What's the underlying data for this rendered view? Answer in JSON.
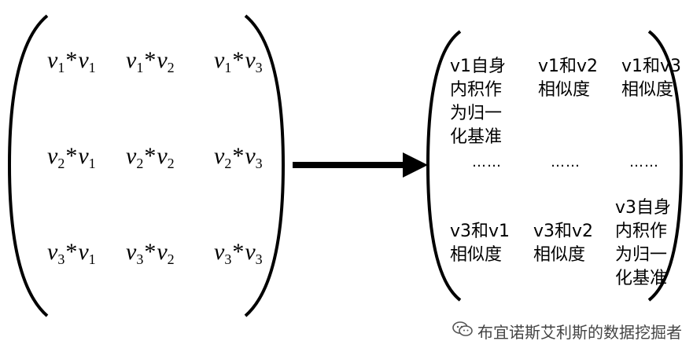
{
  "left_matrix": {
    "rows": [
      [
        {
          "a": "v",
          "as": "1",
          "op": "*",
          "b": "v",
          "bs": "1"
        },
        {
          "a": "v",
          "as": "1",
          "op": "*",
          "b": "v",
          "bs": "2"
        },
        {
          "a": "v",
          "as": "1",
          "op": "*",
          "b": "v",
          "bs": "3"
        }
      ],
      [
        {
          "a": "v",
          "as": "2",
          "op": "*",
          "b": "v",
          "bs": "1"
        },
        {
          "a": "v",
          "as": "2",
          "op": "*",
          "b": "v",
          "bs": "2"
        },
        {
          "a": "v",
          "as": "2",
          "op": "*",
          "b": "v",
          "bs": "3"
        }
      ],
      [
        {
          "a": "v",
          "as": "3",
          "op": "*",
          "b": "v",
          "bs": "1"
        },
        {
          "a": "v",
          "as": "3",
          "op": "*",
          "b": "v",
          "bs": "2"
        },
        {
          "a": "v",
          "as": "3",
          "op": "*",
          "b": "v",
          "bs": "3"
        }
      ]
    ]
  },
  "right_matrix": {
    "top_left": [
      "v1自身",
      "内积作",
      "为归一",
      "化基准"
    ],
    "top_mid": [
      "v1和v2",
      "相似度"
    ],
    "top_right": [
      "v1和v3",
      "相似度"
    ],
    "dots": [
      "……",
      "……",
      "……"
    ],
    "bottom_left": [
      "v3和v1",
      "相似度"
    ],
    "bottom_mid": [
      "v3和v2",
      "相似度"
    ],
    "bottom_right": [
      "v3自身",
      "内积作",
      "为归一",
      "化基准"
    ]
  },
  "watermark": {
    "text": "布宜诺斯艾利斯的数据挖掘者",
    "icon": "wechat-icon"
  },
  "colors": {
    "ink": "#000000",
    "watermark": "#444444"
  }
}
